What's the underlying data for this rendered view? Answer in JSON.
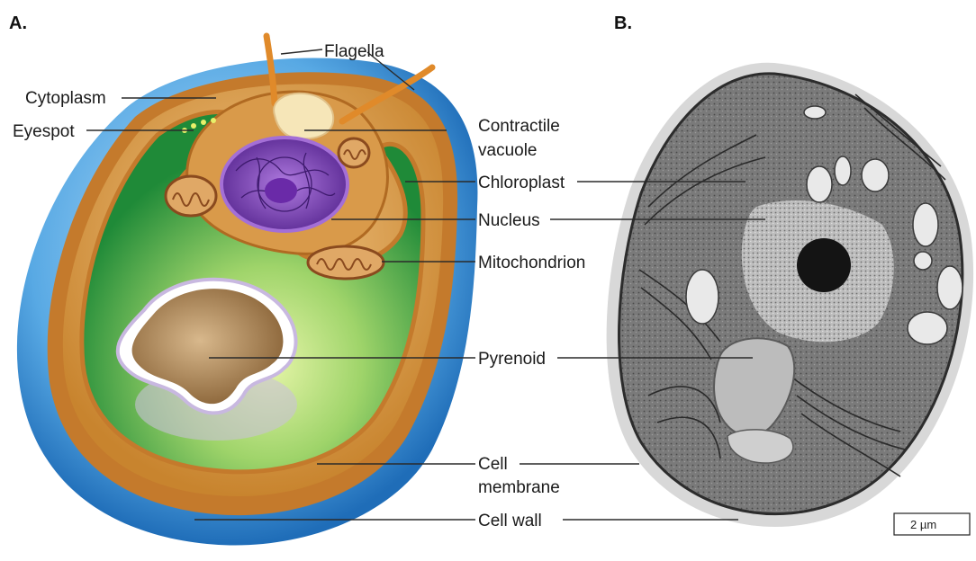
{
  "panels": {
    "a": "A.",
    "b": "B."
  },
  "labels": {
    "flagella": "Flagella",
    "cytoplasm": "Cytoplasm",
    "eyespot": "Eyespot",
    "contractile_vacuole_line1": "Contractile",
    "contractile_vacuole_line2": "vacuole",
    "chloroplast": "Chloroplast",
    "nucleus": "Nucleus",
    "mitochondrion": "Mitochondrion",
    "pyrenoid": "Pyrenoid",
    "cell_membrane_line1": "Cell",
    "cell_membrane_line2": "membrane",
    "cell_wall": "Cell wall"
  },
  "scale_bar": {
    "label": "2 µm"
  },
  "colors": {
    "cell_wall": "#3a8fd6",
    "cell_membrane": "#c47a2c",
    "cytoplasm": "#d9902f",
    "chloroplast": "#2e9e3e",
    "nucleus": "#7a3fb0",
    "pyrenoid": "#b08a5a",
    "flagella": "#e08a2a"
  }
}
